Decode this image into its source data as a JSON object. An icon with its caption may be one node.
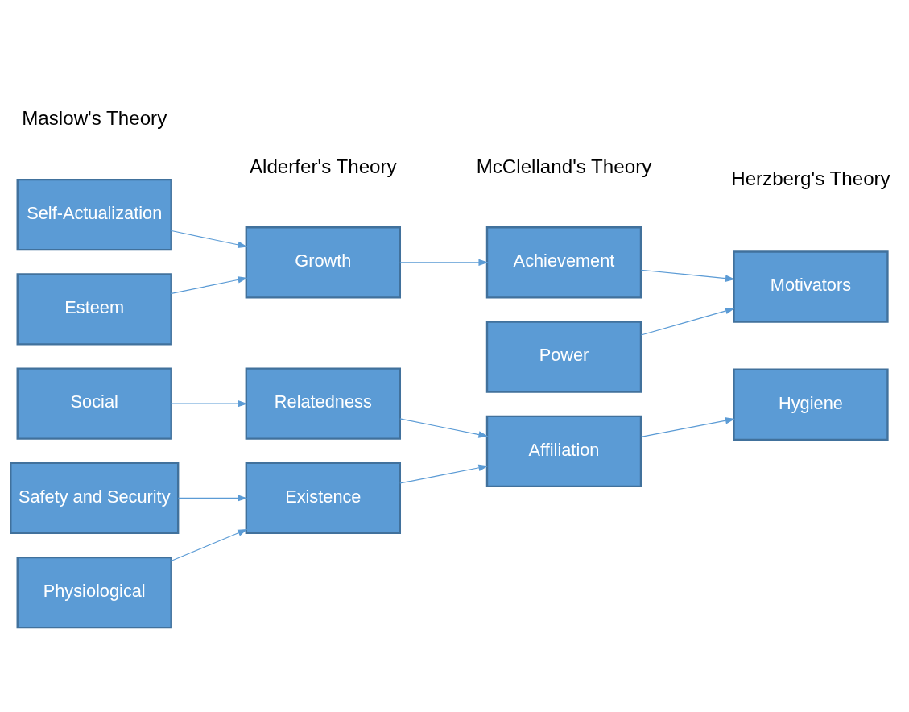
{
  "diagram": {
    "nodes": [
      {
        "text": [
          "Self-Actualization"
        ]
      },
      {
        "text": [
          "Esteem"
        ]
      },
      {
        "text": [
          "Social"
        ]
      },
      {
        "text": [
          "Safety and Security"
        ]
      },
      {
        "text": [
          "Physiological"
        ]
      },
      {
        "text": [
          "Growth"
        ]
      },
      {
        "text": [
          "Relatedness"
        ]
      },
      {
        "text": [
          "Existence"
        ]
      },
      {
        "text": [
          "Achievement"
        ]
      },
      {
        "text": [
          "Power"
        ]
      },
      {
        "text": [
          "Affiliation"
        ]
      },
      {
        "text": [
          "Motivators"
        ]
      },
      {
        "text": [
          "Hygiene"
        ]
      }
    ],
    "edges": [
      {
        "from": 0,
        "to": 5,
        "arrow": "to"
      },
      {
        "from": 1,
        "to": 5,
        "arrow": "to"
      },
      {
        "from": 2,
        "to": 6,
        "arrow": "to"
      },
      {
        "from": 3,
        "to": 7,
        "arrow": "to"
      },
      {
        "from": 4,
        "to": 7,
        "arrow": "to"
      },
      {
        "from": 5,
        "to": 8,
        "arrow": "to"
      },
      {
        "from": 6,
        "to": 10,
        "arrow": "to"
      },
      {
        "from": 7,
        "to": 10,
        "arrow": "to"
      },
      {
        "from": 8,
        "to": 11,
        "arrow": "to"
      },
      {
        "from": 9,
        "to": 11,
        "arrow": "to"
      },
      {
        "from": 10,
        "to": 12,
        "arrow": "to"
      }
    ],
    "labels": [
      "Maslow's Theory",
      "Alderfer's Theory",
      "McClelland's Theory",
      "Herzberg's Theory"
    ]
  }
}
